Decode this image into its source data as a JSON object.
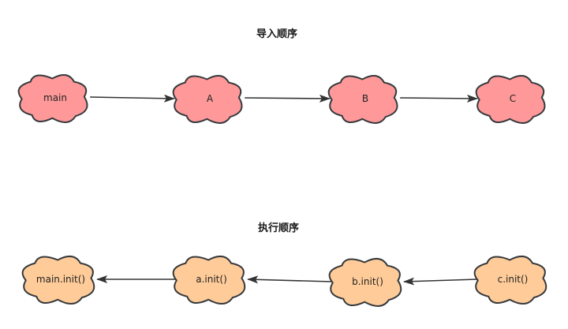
{
  "diagram": {
    "import_title": "导入顺序",
    "exec_title": "执行顺序",
    "import_nodes": [
      "main",
      "A",
      "B",
      "C"
    ],
    "exec_nodes": [
      "main.init()",
      "a.init()",
      "b.init()",
      "c.init()"
    ]
  },
  "colors": {
    "import_fill": "#ff9999",
    "exec_fill": "#ffcc99",
    "stroke": "#36393d",
    "edge": "#333333"
  }
}
